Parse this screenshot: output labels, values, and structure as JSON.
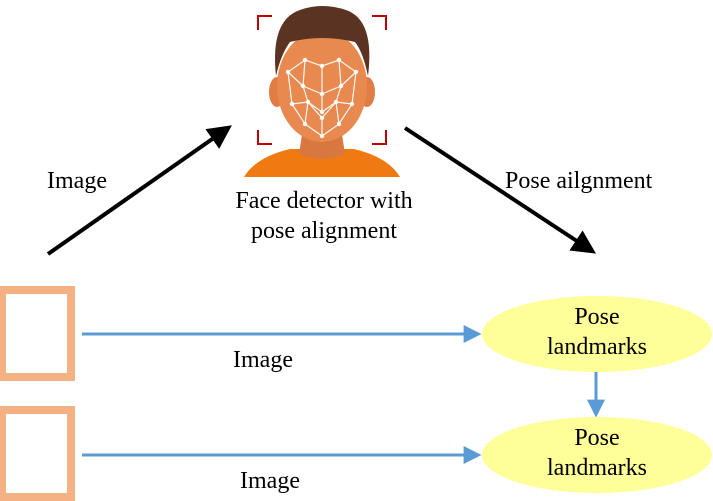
{
  "colors": {
    "frame_border": "#f4b183",
    "frame_fill": "#ffffff",
    "ellipse_fill": "#ffff99",
    "flow_arrow": "#5b9bd5",
    "main_arrow": "#000000",
    "skin": "#e8894f",
    "hair": "#5a3323",
    "shirt": "#f07a12",
    "landmark_mesh": "#ffffff",
    "detect_corners": "#c00000"
  },
  "icons": {
    "face": "face-detector-icon"
  },
  "labels": {
    "image_top": "Image",
    "detector_line1": "Face detector with",
    "detector_line2": "pose alignment",
    "pose_alignment": "Pose ailgnment",
    "image_row1": "Image",
    "image_row2": "Image"
  },
  "nodes": {
    "landmarks_1": {
      "line1": "Pose",
      "line2": "landmarks"
    },
    "landmarks_2": {
      "line1": "Pose",
      "line2": "landmarks"
    }
  }
}
